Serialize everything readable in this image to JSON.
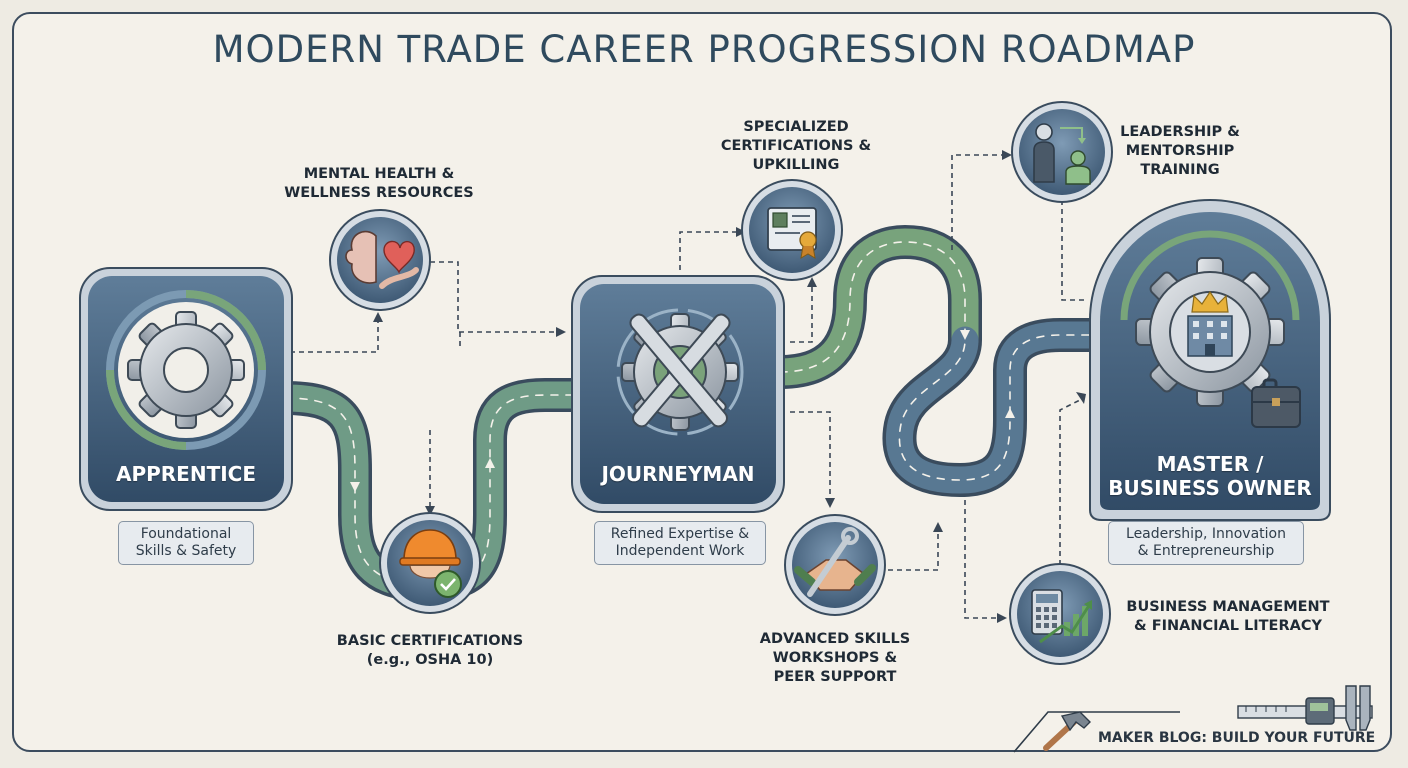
{
  "title": "MODERN TRADE CAREER PROGRESSION ROADMAP",
  "stages": {
    "apprentice": {
      "label": "APPRENTICE",
      "caption": [
        "Foundational",
        "Skills & Safety"
      ]
    },
    "journeyman": {
      "label": "JOURNEYMAN",
      "caption": [
        "Refined Expertise &",
        "Independent Work"
      ]
    },
    "master": {
      "label": [
        "MASTER /",
        "BUSINESS OWNER"
      ],
      "caption": [
        "Leadership, Innovation",
        "& Entrepreneurship"
      ]
    }
  },
  "steps": {
    "mental_health": [
      "MENTAL HEALTH &",
      "WELLNESS RESOURCES"
    ],
    "basic_cert": [
      "BASIC CERTIFICATIONS",
      "(e.g., OSHA 10)"
    ],
    "specialized": [
      "SPECIALIZED",
      "CERTIFICATIONS &",
      "UPKILLING"
    ],
    "advanced": [
      "ADVANCED SKILLS",
      "WORKSHOPS &",
      "PEER SUPPORT"
    ],
    "leadership": [
      "LEADERSHIP &",
      "MENTORSHIP",
      "TRAINING"
    ],
    "business": [
      "BUSINESS MANAGEMENT",
      "& FINANCIAL LITERACY"
    ]
  },
  "footer": "MAKER BLOG: BUILD YOUR FUTURE",
  "icons": [
    "gear-icon",
    "gear-wrench-icon",
    "gear-crown-building-icon",
    "brain-heart-icon",
    "hardhat-check-icon",
    "certificate-chip-icon",
    "handshake-icon",
    "mentor-icon",
    "calculator-chart-icon",
    "briefcase-icon",
    "hammer-icon",
    "caliper-icon"
  ],
  "colors": {
    "navy": "#3b5673",
    "green": "#6f9a70",
    "road": "#4c6782",
    "ink": "#2f4a5e"
  }
}
